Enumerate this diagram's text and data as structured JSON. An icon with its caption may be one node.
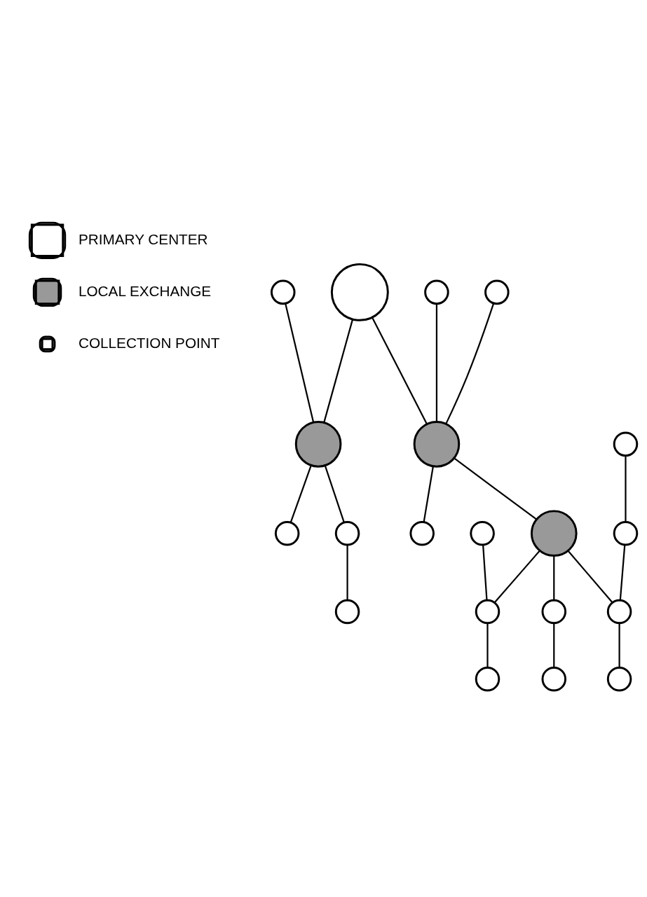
{
  "diagram": {
    "nodes": [
      {
        "text": [],
        "shape": "circle"
      },
      {
        "text": [],
        "shape": "circle"
      },
      {
        "text": [],
        "shape": "circle"
      },
      {
        "text": [],
        "shape": "circle"
      },
      {
        "text": [],
        "shape": "circle"
      },
      {
        "text": [],
        "shape": "circle"
      },
      {
        "text": [],
        "shape": "circle"
      },
      {
        "text": [],
        "shape": "circle"
      },
      {
        "text": [],
        "shape": "circle"
      },
      {
        "text": [],
        "shape": "circle"
      },
      {
        "text": [],
        "shape": "circle"
      },
      {
        "text": [],
        "shape": "circle"
      },
      {
        "text": [],
        "shape": "circle"
      },
      {
        "text": [],
        "shape": "circle"
      },
      {
        "text": [],
        "shape": "circle"
      },
      {
        "text": [],
        "shape": "circle"
      },
      {
        "text": [],
        "shape": "circle"
      },
      {
        "text": [],
        "shape": "circle"
      },
      {
        "text": [],
        "shape": "circle"
      },
      {
        "text": [],
        "shape": "circle"
      }
    ],
    "edges": [
      {
        "from": 0,
        "to": 3,
        "arrow": "none"
      },
      {
        "from": 0,
        "to": 5,
        "arrow": "none"
      },
      {
        "from": 2,
        "to": 3,
        "arrow": "none"
      },
      {
        "from": 3,
        "to": 7,
        "arrow": "none"
      },
      {
        "from": 3,
        "to": 8,
        "arrow": "none"
      },
      {
        "from": 8,
        "to": 9,
        "arrow": "none"
      },
      {
        "from": 1,
        "to": 5,
        "arrow": "none"
      },
      {
        "from": 4,
        "to": 5,
        "arrow": "none"
      },
      {
        "from": 5,
        "to": 6,
        "arrow": "none"
      },
      {
        "from": 5,
        "to": 10,
        "arrow": "none"
      },
      {
        "from": 10,
        "to": 11,
        "arrow": "none"
      },
      {
        "from": 11,
        "to": 12,
        "arrow": "none"
      },
      {
        "from": 10,
        "to": 14,
        "arrow": "none"
      },
      {
        "from": 13,
        "to": 14,
        "arrow": "none"
      },
      {
        "from": 14,
        "to": 18,
        "arrow": "none"
      },
      {
        "from": 10,
        "to": 16,
        "arrow": "none"
      },
      {
        "from": 15,
        "to": 17,
        "arrow": "none"
      },
      {
        "from": 17,
        "to": 16,
        "arrow": "none"
      },
      {
        "from": 16,
        "to": 19,
        "arrow": "none"
      }
    ],
    "legend": [
      {
        "text": "PRIMARY CENTER"
      },
      {
        "text": "LOCAL EXCHANGE"
      },
      {
        "text": "COLLECTION POINT"
      }
    ]
  }
}
